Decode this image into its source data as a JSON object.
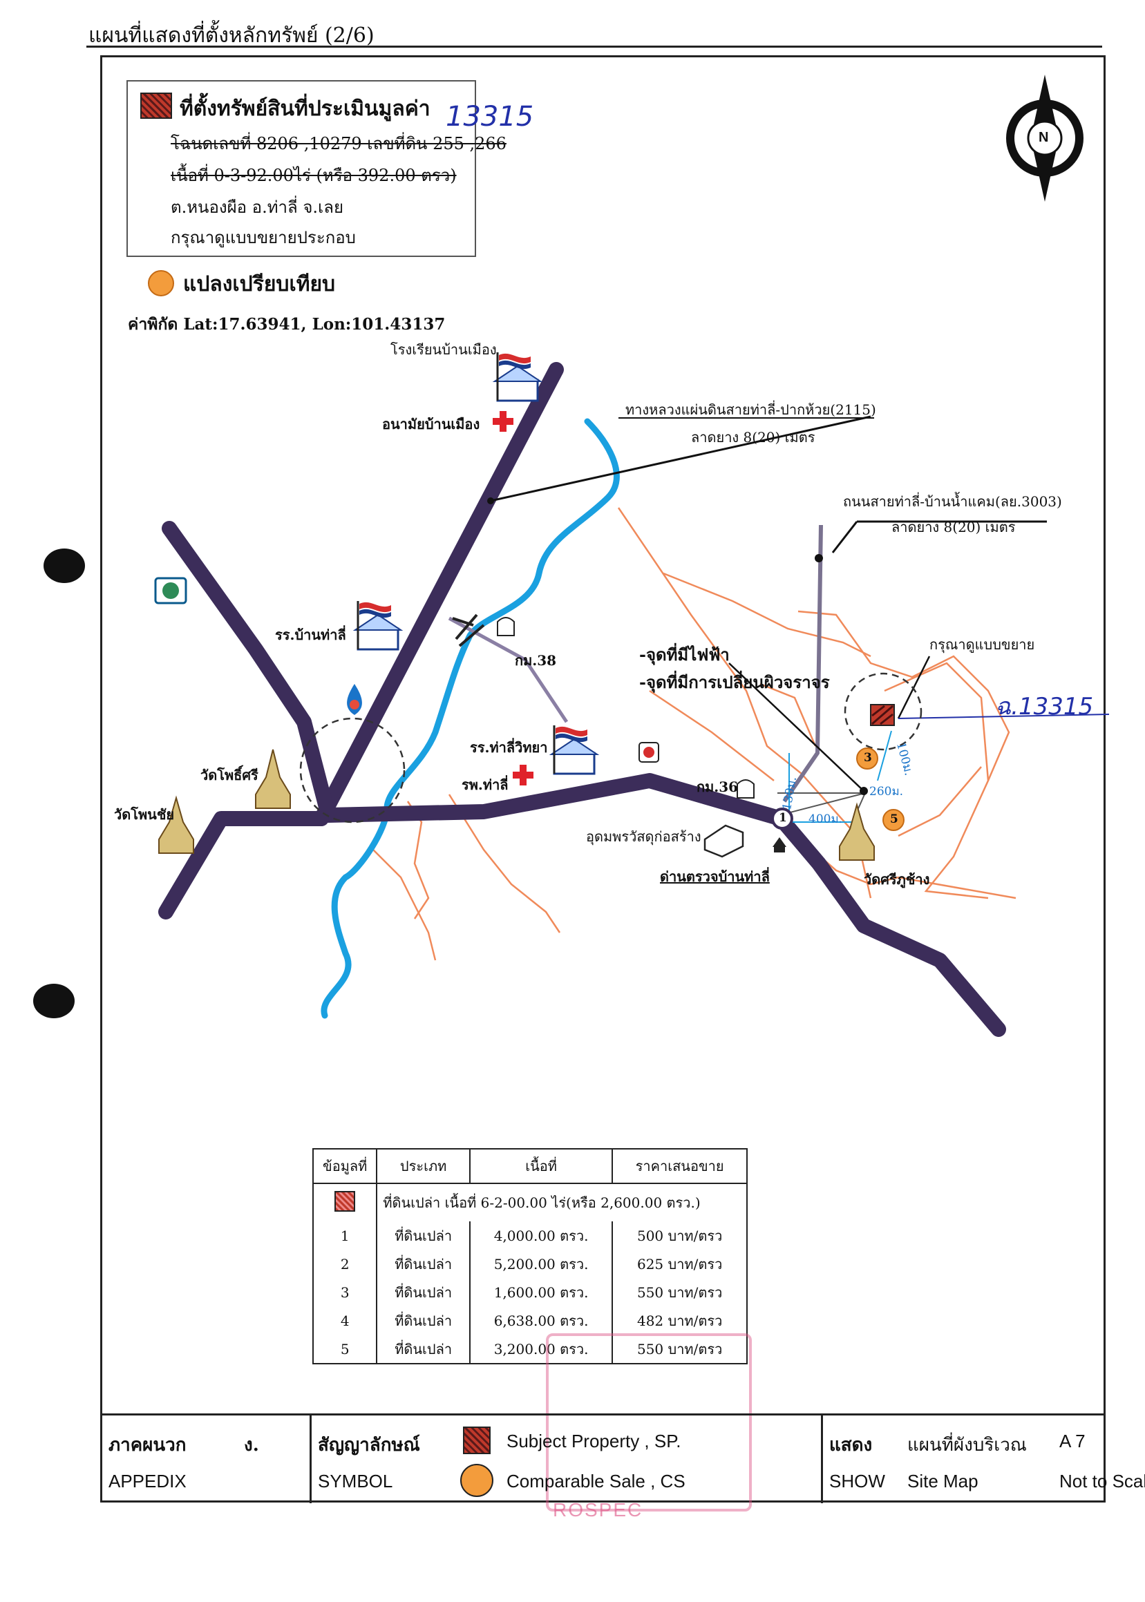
{
  "page_title": "แผนที่แสดงที่ตั้งหลักทรัพย์ (2/6)",
  "legend": {
    "subject_title": "ที่ตั้งทรัพย์สินที่ประเมินมูลค่า",
    "handwritten_deed": "13315",
    "deed_line": "โฉนดเลขที่ 8206 ,10279 เลขที่ดิน 255 ,266",
    "area_line": "เนื้อที่ 0-3-92.00ไร่ (หรือ 392.00 ตรว)",
    "location_line": "ต.หนองผือ อ.ท่าลี่ จ.เลย",
    "see_enlarged": "กรุณาดูแบบขยายประกอบ",
    "comparable_title": "แปลงเปรียบเทียบ",
    "coords": "ค่าพิกัด Lat:17.63941, Lon:101.43137"
  },
  "map_labels": {
    "school_banmueang": "โรงเรียนบ้านเมือง",
    "health_banmueang": "อนามัยบ้านเมือง",
    "highway_2115": "ทางหลวงแผ่นดินสายท่าลี่-ปากห้วย(2115)",
    "highway_2115_surface": "ลาดยาง 8(20) เมตร",
    "road_3003": "ถนนสายท่าลี่-บ้านน้ำแคม(ลย.3003)",
    "road_3003_surface": "ลาดยาง 8(20) เมตร",
    "school_thali": "รร.บ้านท่าลี่",
    "km38": "กม.38",
    "power_point": "-จุดที่มีไฟฟ้า",
    "surface_change": "-จุดที่มีการเปลี่ยนผิวจราจร",
    "see_enlarged_small": "กรุณาดูแบบขยาย",
    "handwritten_parcel": "ฉ.13315",
    "school_thaliwitthaya": "รร.ท่าลี่วิทยา",
    "hospital_thali": "รพ.ท่าลี่",
    "km36": "กม.36",
    "wat_phothisi": "วัดโพธิ์ศรี",
    "wat_ponchai": "วัดโพนชัย",
    "monument": "อุดมพรวัสดุก่อสร้าง",
    "checkpoint": "ด่านตรวจบ้านท่าลี่",
    "wat_sriphuchang": "วัดศรีภูช้าง",
    "dist_130": "130ม.",
    "dist_260": "260ม.",
    "dist_400": "400ม.",
    "dist_100": "100ม.",
    "marker_1": "1",
    "marker_3": "3",
    "marker_5": "5",
    "north": "N"
  },
  "table": {
    "headers": [
      "ข้อมูลที่",
      "ประเภท",
      "เนื้อที่",
      "ราคาเสนอขาย"
    ],
    "subject_row": "ที่ดินเปล่า เนื้อที่ 6-2-00.00 ไร่(หรือ 2,600.00 ตรว.)",
    "rows": [
      {
        "no": "1",
        "type": "ที่ดินเปล่า",
        "area": "4,000.00 ตรว.",
        "price": "500  บาท/ตรว"
      },
      {
        "no": "2",
        "type": "ที่ดินเปล่า",
        "area": "5,200.00 ตรว.",
        "price": "625  บาท/ตรว"
      },
      {
        "no": "3",
        "type": "ที่ดินเปล่า",
        "area": "1,600.00 ตรว.",
        "price": "550  บาท/ตรว"
      },
      {
        "no": "4",
        "type": "ที่ดินเปล่า",
        "area": "6,638.00 ตรว.",
        "price": "482  บาท/ตรว"
      },
      {
        "no": "5",
        "type": "ที่ดินเปล่า",
        "area": "3,200.00 ตรว.",
        "price": "550  บาท/ตรว"
      }
    ]
  },
  "footer": {
    "appendix_th": "ภาคผนวก",
    "appendix_letter": "ง.",
    "appendix_en": "APPEDIX",
    "symbol_th": "สัญญาลักษณ์",
    "symbol_en": "SYMBOL",
    "subject_en": "Subject   Property , SP.",
    "comparable_en": "Comparable Sale , CS",
    "show_th": "แสดง",
    "show_en": "SHOW",
    "map_th": "แผนที่ผังบริเวณ",
    "map_en": "Site Map",
    "code": "A 7",
    "scale": "Not to Scale."
  },
  "stamp_text": "ROSPEC",
  "colors": {
    "road": "#3c2d5a",
    "river": "#1aa0e0",
    "minor_road": "#f08a5a",
    "subject": "#c0392b",
    "comparable": "#f39c3c",
    "ink": "#2230a8"
  }
}
